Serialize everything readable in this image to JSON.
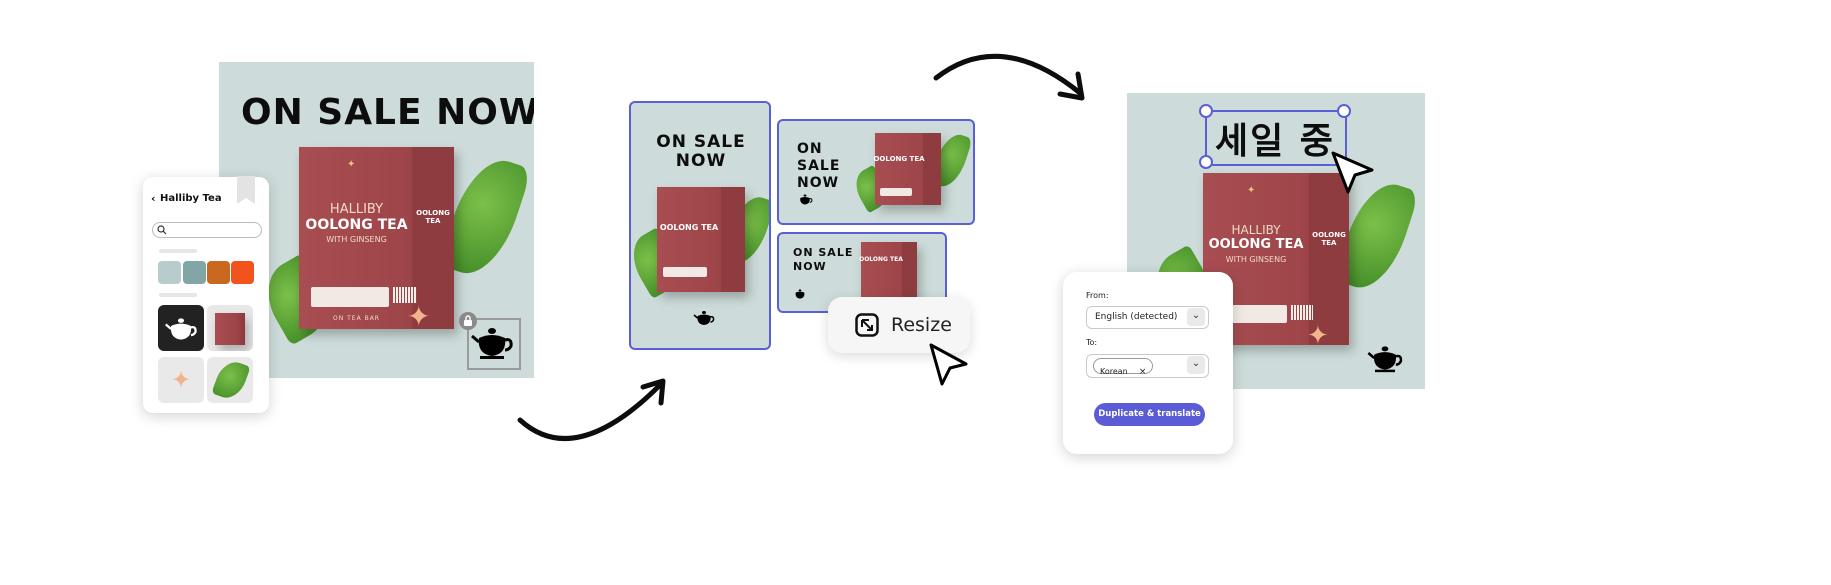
{
  "panel1": {
    "headline": "ON SALE NOW",
    "lock_icon": "lock-icon"
  },
  "brand_panel": {
    "back_icon": "chevron-left-icon",
    "title": "Halliby Tea",
    "search_placeholder": "",
    "colors": [
      "#b8cdcb",
      "#82a6a6",
      "#c9691f",
      "#f2531c"
    ]
  },
  "product": {
    "brand_line1": "HALLIBY",
    "brand_line2": "OOLONG TEA",
    "brand_line3": "WITH GINSENG",
    "side_text": "OOLONG TEA",
    "footer": "ON TEA BAR"
  },
  "resize": {
    "tall_headline": "ON SALE NOW",
    "wide1_headline": "ON SALE NOW",
    "wide2_headline": "ON SALE NOW",
    "button_label": "Resize"
  },
  "translate": {
    "headline": "세일 중",
    "from_label": "From:",
    "from_value": "English (detected)",
    "to_label": "To:",
    "to_chip": "Korean",
    "chip_remove": "×",
    "action_button": "Duplicate & translate"
  },
  "colors": {
    "canvas_bg": "#cddcda",
    "selection": "#5b5fd4",
    "accent_button": "#5b5bd6"
  }
}
